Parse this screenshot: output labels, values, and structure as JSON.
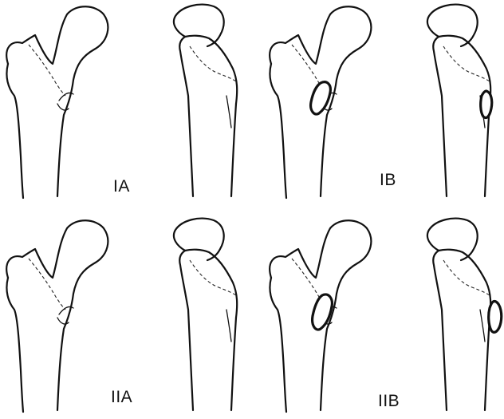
{
  "labels": {
    "ia": "IA",
    "ib": "IB",
    "iia": "IIA",
    "iib": "IIB"
  }
}
